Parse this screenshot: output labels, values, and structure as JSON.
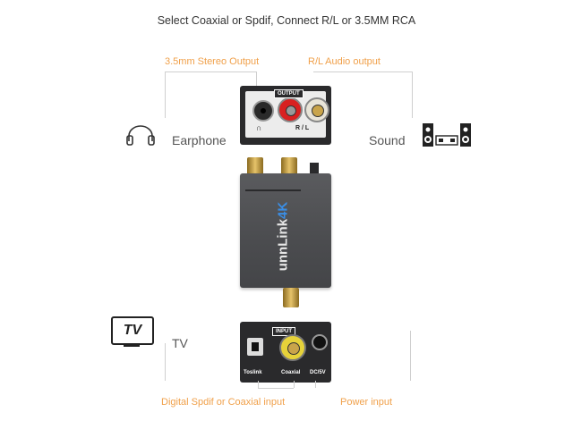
{
  "title": "Select Coaxial or Spdif,  Connect R/L or 3.5MM RCA",
  "labels": {
    "stereo_output": "3.5mm Stereo Output",
    "rl_audio_output": "R/L Audio output",
    "earphone": "Earphone",
    "sound": "Sound",
    "tv": "TV",
    "digital_input": "Digital Spdif or Coaxial input",
    "power_input": "Power input"
  },
  "panel_top": {
    "tag": "OUTPUT",
    "rl": "R / L",
    "headphone_glyph": "∩"
  },
  "device": {
    "brand_main": "unnLink",
    "brand_accent": "4K"
  },
  "panel_bottom": {
    "tag": "INPUT",
    "toslink": "Toslink",
    "coaxial": "Coaxial",
    "dc": "DC/5V"
  },
  "tv_icon": {
    "text": "TV"
  },
  "colors": {
    "accent": "#f0a04a",
    "red_jack": "#d82020",
    "gold": "#c9a44a",
    "panel": "#2a2a2c"
  },
  "icons": [
    "headphone-icon",
    "speaker-system-icon",
    "tv-icon"
  ]
}
